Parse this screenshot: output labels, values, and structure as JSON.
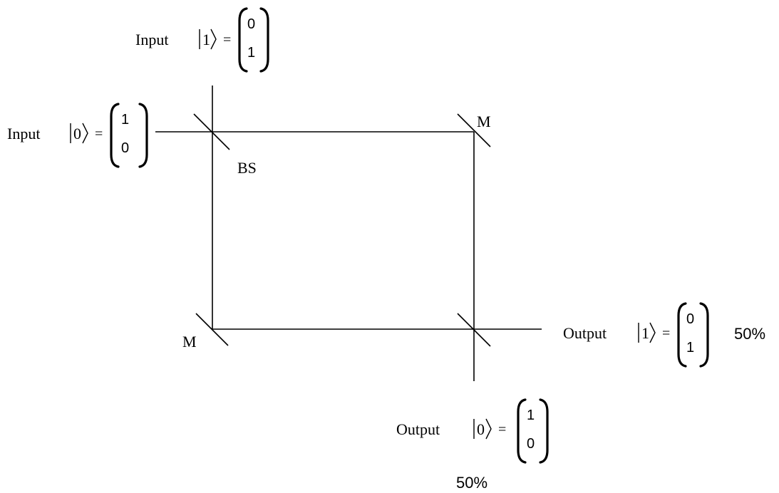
{
  "labels": {
    "input_label": "Input",
    "output_label": "Output",
    "beam_splitter": "BS",
    "mirror": "M",
    "equals": "="
  },
  "states": {
    "input_top": {
      "ket": "1",
      "vector": [
        "0",
        "1"
      ]
    },
    "input_left": {
      "ket": "0",
      "vector": [
        "1",
        "0"
      ]
    },
    "output_right": {
      "ket": "1",
      "vector": [
        "0",
        "1"
      ],
      "probability": "50%"
    },
    "output_bottom": {
      "ket": "0",
      "vector": [
        "1",
        "0"
      ],
      "probability": "50%"
    }
  }
}
